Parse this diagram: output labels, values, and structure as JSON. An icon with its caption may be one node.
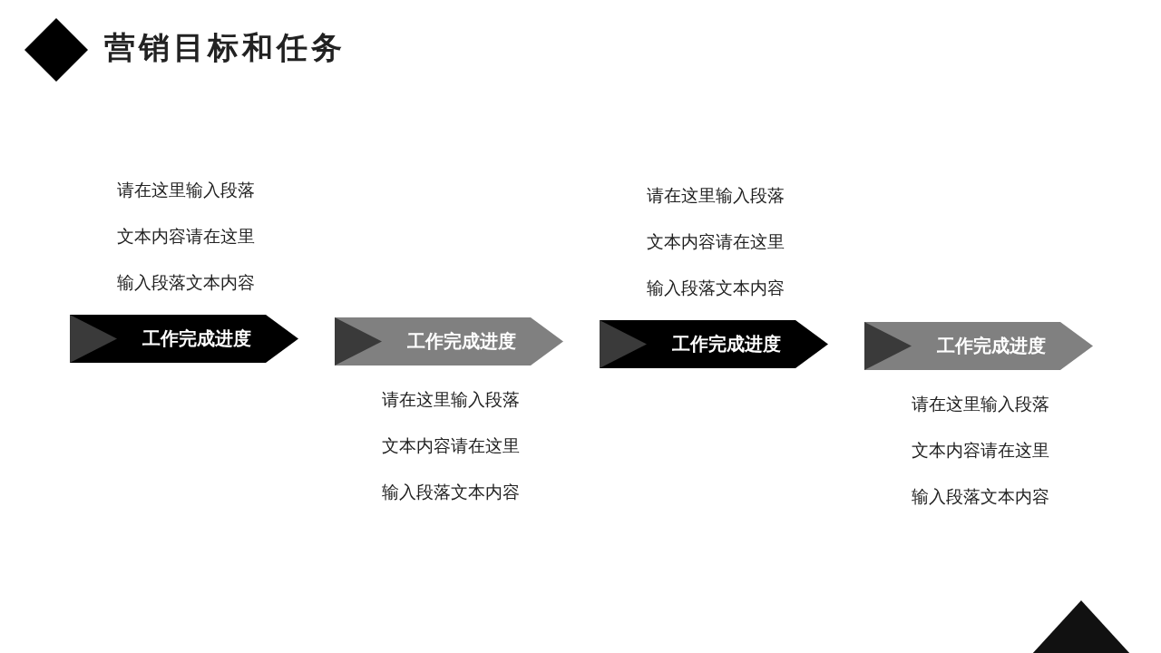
{
  "diagram": {
    "title": "营销目标和任务",
    "nodes": [
      {
        "text": [
          "工作完成进度"
        ],
        "beside": [
          "请在这里输入段落文本内容请在这里输入段落文本内容"
        ]
      },
      {
        "text": [
          "工作完成进度"
        ],
        "beside": [
          "请在这里输入段落文本内容请在这里输入段落文本内容"
        ]
      },
      {
        "text": [
          "工作完成进度"
        ],
        "beside": [
          "请在这里输入段落文本内容请在这里输入段落文本内容"
        ]
      },
      {
        "text": [
          "工作完成进度"
        ],
        "beside": [
          "请在这里输入段落文本内容请在这里输入段落文本内容"
        ]
      }
    ]
  }
}
